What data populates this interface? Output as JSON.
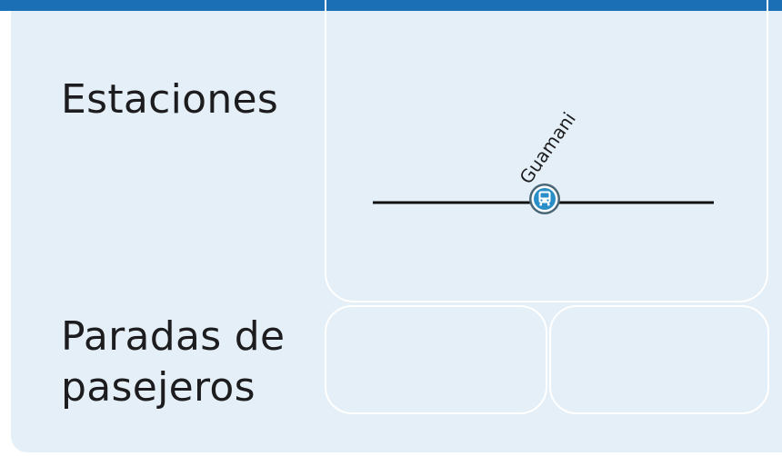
{
  "rows": {
    "stations": {
      "label": "Estaciones"
    },
    "stops": {
      "label": "Paradas de pasejeros"
    }
  },
  "diagram": {
    "station": {
      "name": "Guamani",
      "icon": "bus-icon"
    }
  },
  "colors": {
    "header_bar": "#1a6fb5",
    "panel_background": "#e4eff7",
    "cell_border": "#ffffff",
    "route_line": "#111111",
    "station_marker": "#2a8fc7"
  }
}
